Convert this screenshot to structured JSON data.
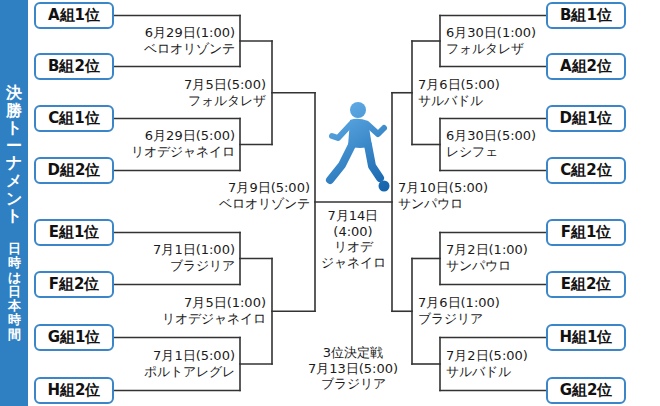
{
  "diagram": {
    "nodes": [
      {
        "text": [
          "決勝トーナメント",
          "日時は日本時間"
        ]
      },
      {
        "text": [
          "A組1位"
        ]
      },
      {
        "text": [
          "B組2位"
        ]
      },
      {
        "text": [
          "C組1位"
        ]
      },
      {
        "text": [
          "D組2位"
        ]
      },
      {
        "text": [
          "E組1位"
        ]
      },
      {
        "text": [
          "F組2位"
        ]
      },
      {
        "text": [
          "G組1位"
        ]
      },
      {
        "text": [
          "H組2位"
        ]
      },
      {
        "text": [
          "B組1位"
        ]
      },
      {
        "text": [
          "A組2位"
        ]
      },
      {
        "text": [
          "D組1位"
        ]
      },
      {
        "text": [
          "C組2位"
        ]
      },
      {
        "text": [
          "F組1位"
        ]
      },
      {
        "text": [
          "E組2位"
        ]
      },
      {
        "text": [
          "H組1位"
        ]
      },
      {
        "text": [
          "G組2位"
        ]
      }
    ],
    "labels": [
      "6月29日(1:00) ベロオリゾンテ",
      "7月5日(5:00) フォルタレザ",
      "6月29日(5:00) リオデジャネイロ",
      "7月9日(5:00) ベロオリゾンテ",
      "7月1日(1:00) ブラジリア",
      "7月5日(1:00) リオデジャネイロ",
      "7月1日(5:00) ポルトアレグレ",
      "6月30日(1:00) フォルタレザ",
      "7月6日(5:00) サルバドル",
      "6月30日(5:00) レシフェ",
      "7月10日(5:00) サンパウロ",
      "7月2日(1:00) サンパウロ",
      "7月6日(1:00) ブラジリア",
      "7月2日(5:00) サルバドル",
      "7月14日 (4:00) リオデ ジャネイロ",
      "3位決定戦 7月13日(5:00) ブラジリア"
    ]
  }
}
